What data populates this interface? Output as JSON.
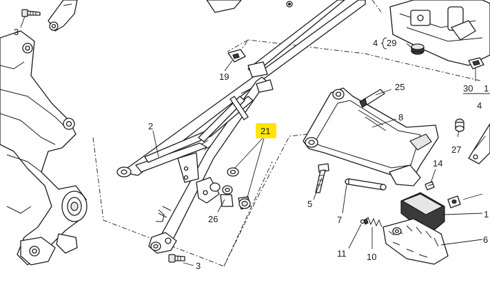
{
  "callouts": {
    "c2": "2",
    "c3_top": "3",
    "c3_bottom": "3",
    "c4_left": "4",
    "c4_right": "4",
    "c29": "29",
    "c30": "30",
    "c1_right": "1",
    "c19": "19",
    "c21": "21",
    "c25": "25",
    "c8": "8",
    "c27": "27",
    "c14": "14",
    "c5": "5",
    "c7": "7",
    "c26": "26",
    "c11": "11",
    "c10": "10",
    "c1": "1",
    "c6": "6"
  },
  "highlight_color": "#ffe600",
  "highlighted_part": "21"
}
